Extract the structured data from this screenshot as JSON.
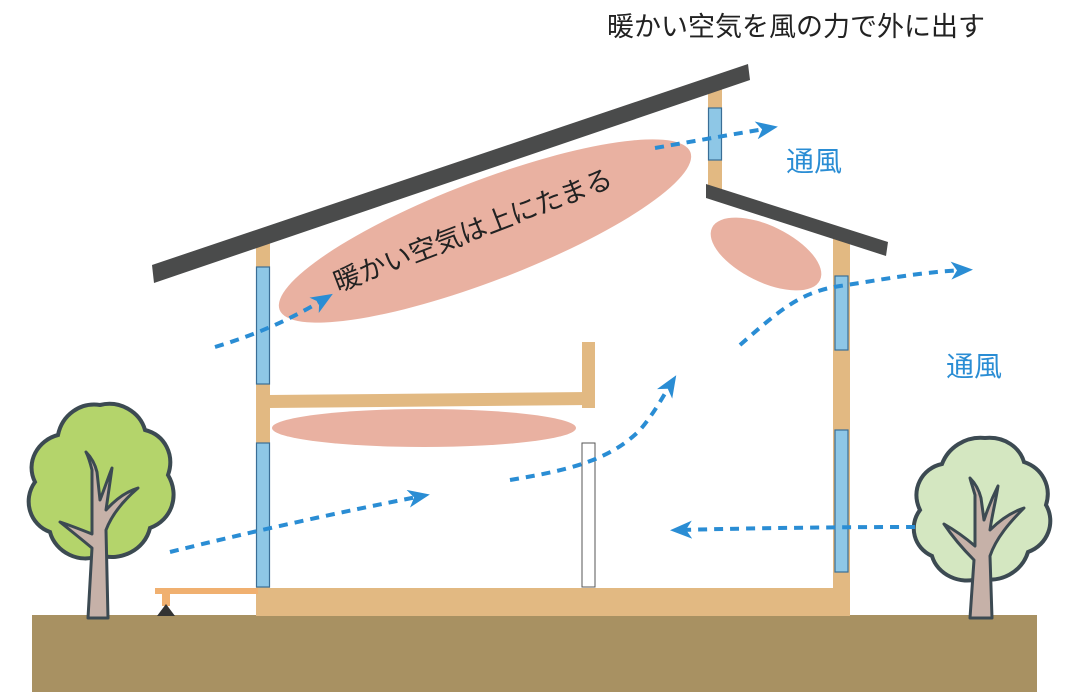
{
  "title": "暖かい空気を風の力で外に出す",
  "warm_air_label": "暖かい空気は上にたまる",
  "ventilation_labels": [
    "通風",
    "通風"
  ],
  "colors": {
    "ground": "#a89162",
    "wood": "#e2b982",
    "roof": "#4a4b4b",
    "window": "#8ec7e6",
    "warm_air": "#e9b1a1",
    "airflow": "#2a8dd4",
    "tree_left": "#b4d46b",
    "tree_right": "#d4e7c1",
    "trunk": "#c6b1a8",
    "outline": "#3c4a52"
  }
}
